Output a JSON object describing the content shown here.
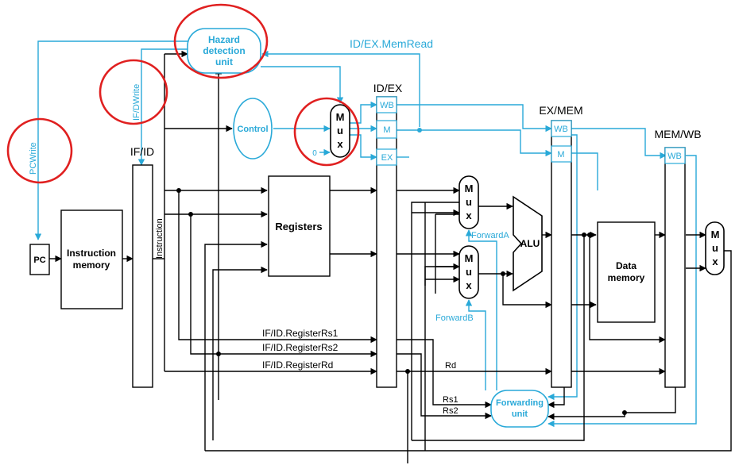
{
  "labels": {
    "hazard_unit": [
      "Hazard",
      "detection",
      "unit"
    ],
    "memread": "ID/EX.MemRead",
    "if_dwrite": "IF/DWrite",
    "pcwrite": "PCWrite",
    "control": "Control",
    "mux_top": [
      "M",
      "u",
      "x"
    ],
    "zero": "0",
    "if_id": "IF/ID",
    "id_ex": "ID/EX",
    "ex_mem": "EX/MEM",
    "mem_wb": "MEM/WB",
    "wb": "WB",
    "m": "M",
    "ex": "EX",
    "pc": "PC",
    "instruction_memory": [
      "Instruction",
      "memory"
    ],
    "instruction": "Instruction",
    "registers": "Registers",
    "mux_a": [
      "M",
      "u",
      "x"
    ],
    "mux_b": [
      "M",
      "u",
      "x"
    ],
    "alu": "ALU",
    "forward_a": "ForwardA",
    "forward_b": "ForwardB",
    "data_memory": [
      "Data",
      "memory"
    ],
    "mux_wb": [
      "M",
      "u",
      "x"
    ],
    "rs1": "IF/ID.RegisterRs1",
    "rs2": "IF/ID.RegisterRs2",
    "rd": "IF/ID.RegisterRd",
    "rd_short": "Rd",
    "rs1_short": "Rs1",
    "rs2_short": "Rs2",
    "forwarding_unit": [
      "Forwarding",
      "unit"
    ]
  },
  "colors": {
    "control_blue": "#29a9d8",
    "highlight_red": "#e02020",
    "datapath": "#000000"
  }
}
